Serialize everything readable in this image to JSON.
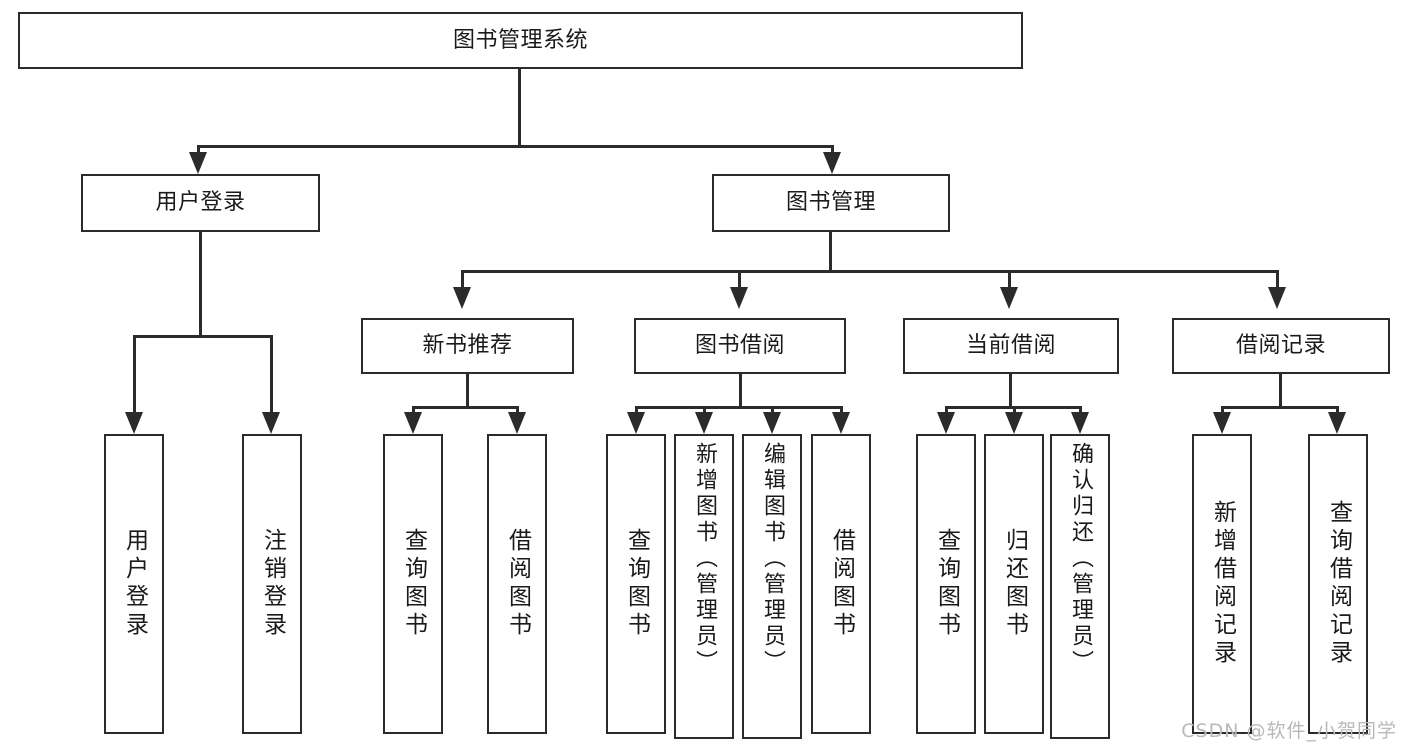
{
  "diagram": {
    "type": "tree-hierarchy-diagram",
    "title": "图书管理系统",
    "watermark": "CSDN @软件_小贺同学",
    "colors": {
      "stroke": "#2b2b2b",
      "fill": "#ffffff",
      "text": "#1a1a1a",
      "watermark": "#b9b9b9"
    },
    "nodes": {
      "root": {
        "label": "图书管理系统"
      },
      "level1": [
        {
          "label": "用户登录"
        },
        {
          "label": "图书管理"
        }
      ],
      "level2": [
        {
          "label": "新书推荐"
        },
        {
          "label": "图书借阅"
        },
        {
          "label": "当前借阅"
        },
        {
          "label": "借阅记录"
        }
      ],
      "leaves": {
        "user_login": [
          {
            "label": "用户登录"
          },
          {
            "label": "注销登录"
          }
        ],
        "new_book_recommend": [
          {
            "label": "查询图书"
          },
          {
            "label": "借阅图书"
          }
        ],
        "book_borrow": [
          {
            "label": "查询图书"
          },
          {
            "label": "新增图书（管理员）"
          },
          {
            "label": "编辑图书（管理员）"
          },
          {
            "label": "借阅图书"
          }
        ],
        "current_borrow": [
          {
            "label": "查询图书"
          },
          {
            "label": "归还图书"
          },
          {
            "label": "确认归还（管理员）"
          }
        ],
        "borrow_record": [
          {
            "label": "新增借阅记录"
          },
          {
            "label": "查询借阅记录"
          }
        ]
      }
    }
  }
}
